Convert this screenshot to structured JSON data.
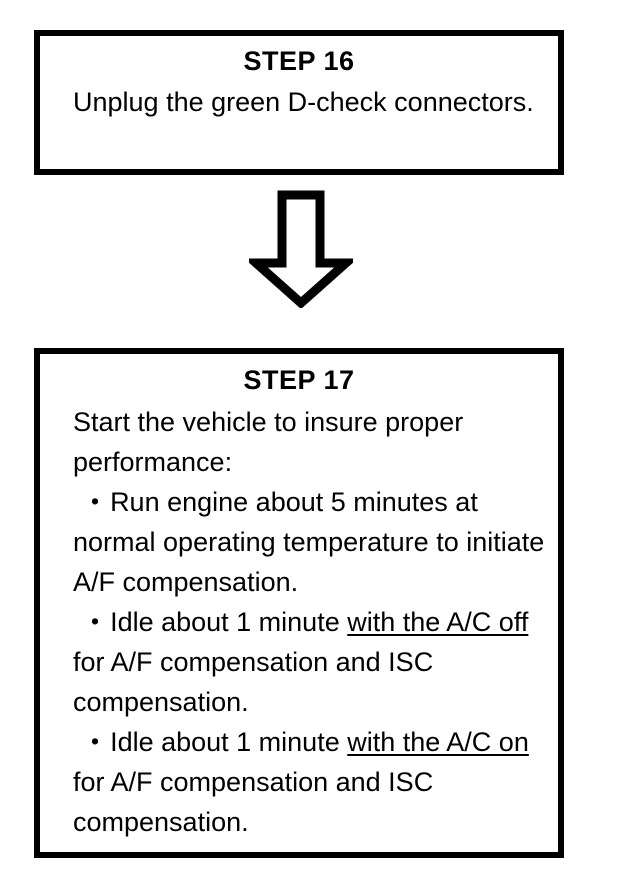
{
  "diagram": {
    "type": "flowchart",
    "orientation": "vertical",
    "background_color": "#ffffff",
    "line_color": "#000000",
    "steps": [
      {
        "id": "step-16",
        "title": "STEP 16",
        "lines": [
          {
            "kind": "paragraph",
            "text": "Unplug the green D-check connectors."
          }
        ]
      },
      {
        "id": "step-17",
        "title": "STEP 17",
        "lines": [
          {
            "kind": "paragraph",
            "text": "Start the vehicle to insure proper performance:"
          },
          {
            "kind": "bullet",
            "text": "Run engine about 5 minutes at normal operating temperature to initiate A/F compensation."
          },
          {
            "kind": "bullet",
            "text_before": "Idle about 1 minute ",
            "text_underlined": "with the A/C off",
            "text_after": " for A/F compensation and ISC compensation."
          },
          {
            "kind": "bullet",
            "text_before": "Idle about 1 minute ",
            "text_underlined": "with the A/C on",
            "text_after": " for A/F compensation and ISC compensation."
          }
        ]
      }
    ],
    "connectors": [
      {
        "id": "arrow-16-to-17",
        "icon": "arrow-down-icon",
        "from": "step-16",
        "to": "step-17",
        "style": "hollow-block-arrow"
      }
    ],
    "bullet_glyph": "•"
  }
}
